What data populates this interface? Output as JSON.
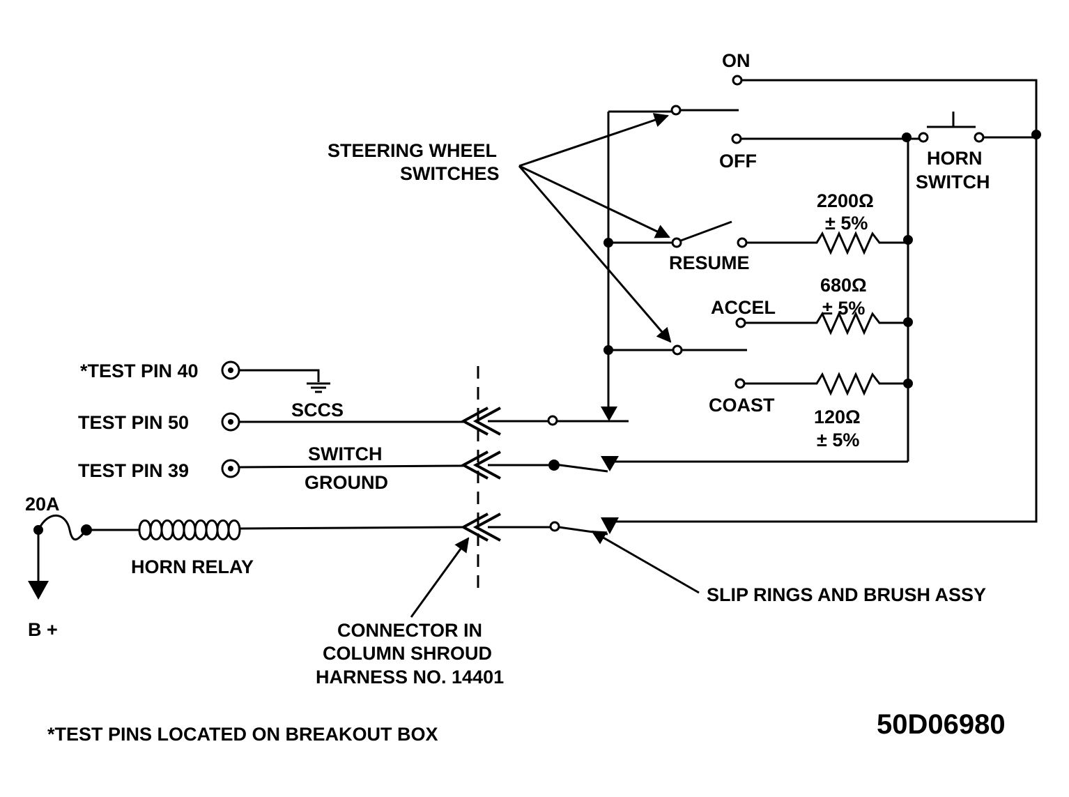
{
  "labels": {
    "on": "ON",
    "off": "OFF",
    "resume": "RESUME",
    "accel": "ACCEL",
    "coast": "COAST",
    "horn_switch_1": "HORN",
    "horn_switch_2": "SWITCH",
    "steering_1": "STEERING WHEEL",
    "steering_2": "SWITCHES",
    "r2200": "2200Ω",
    "r2200_tol": "± 5%",
    "r680": "680Ω",
    "r680_tol": "± 5%",
    "r120": "120Ω",
    "r120_tol": "± 5%",
    "test_pin_40": "*TEST PIN 40",
    "test_pin_50": "TEST PIN 50",
    "test_pin_39": "TEST PIN 39",
    "sccs": "SCCS",
    "switch": "SWITCH",
    "ground": "GROUND",
    "fuse": "20A",
    "horn_relay": "HORN RELAY",
    "b_plus": "B +",
    "connector_1": "CONNECTOR IN",
    "connector_2": "COLUMN SHROUD",
    "connector_3": "HARNESS NO. 14401",
    "slip_rings": "SLIP RINGS AND BRUSH ASSY",
    "footnote": "*TEST PINS LOCATED ON BREAKOUT BOX",
    "figure_id": "50D06980"
  }
}
